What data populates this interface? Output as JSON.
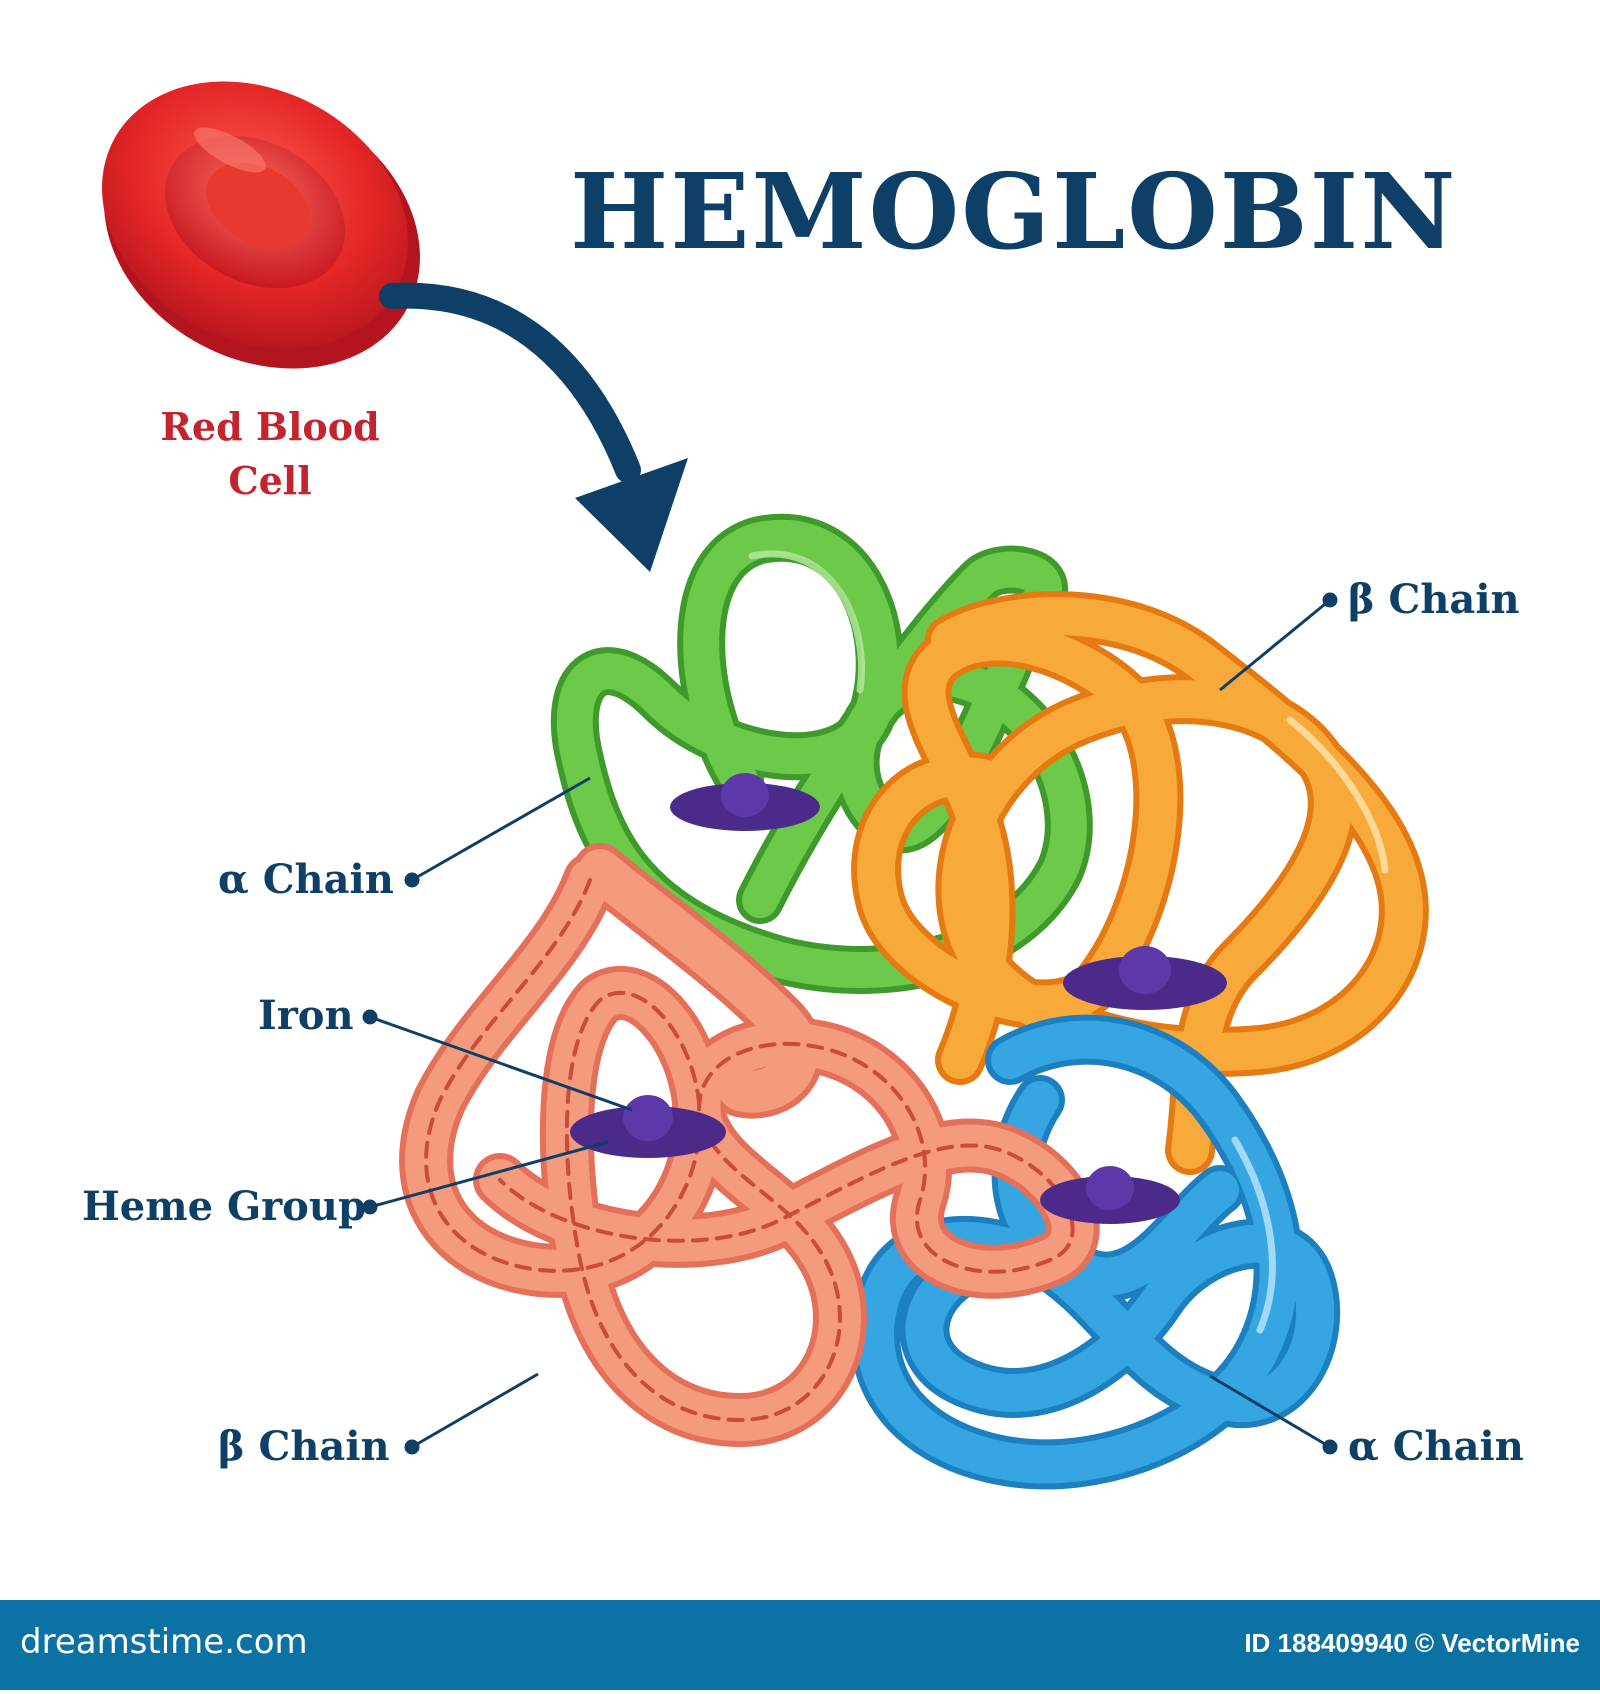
{
  "title": "HEMOGLOBIN",
  "red_blood_cell": {
    "label_line1": "Red Blood",
    "label_line2": "Cell"
  },
  "labels": {
    "alpha_chain_left": "α Chain",
    "beta_chain_top_right": "β Chain",
    "iron": "Iron",
    "heme_group": "Heme Group",
    "beta_chain_bottom_left": "β Chain",
    "alpha_chain_bottom_right": "α Chain"
  },
  "footer": {
    "brand": "dreamstime.com",
    "id_credit": "ID 188409940 © VectorMine"
  },
  "colors": {
    "title": "#0e3f66",
    "red_blood_cell": "#e32626",
    "alpha_chain_green": "#5cbd3a",
    "beta_chain_orange": "#f39a1e",
    "beta_chain_salmon": "#f08a60",
    "alpha_chain_blue": "#2b9ad6",
    "heme_group": "#4b2a8a",
    "footer_bar": "#0b72a3"
  }
}
